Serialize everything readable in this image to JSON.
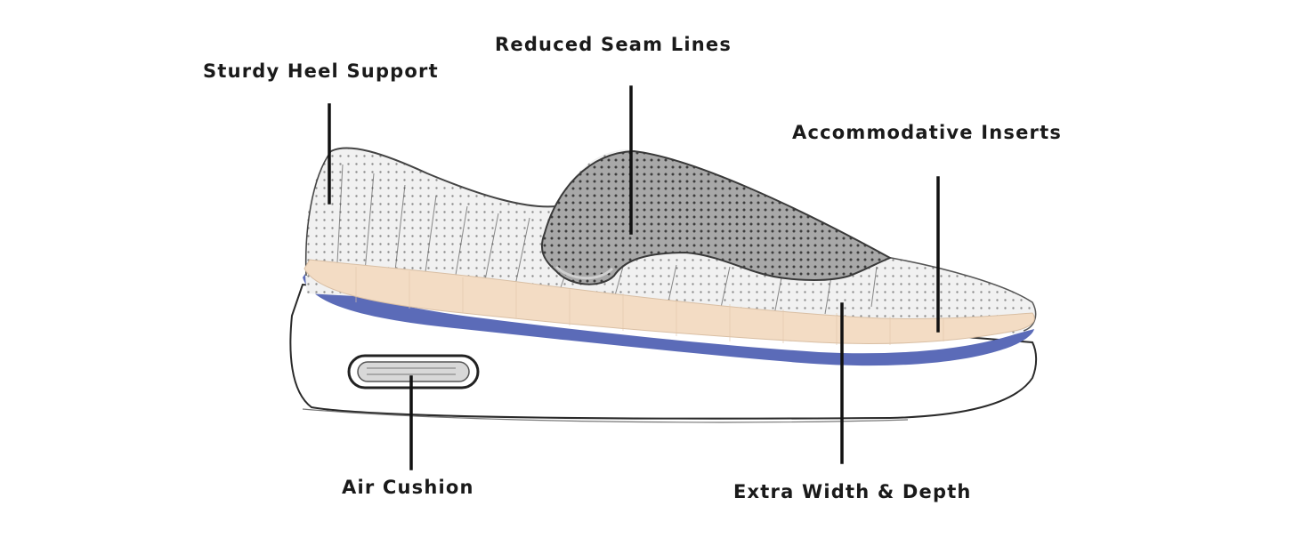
{
  "callouts": {
    "heel": "Sturdy Heel Support",
    "seam": "Reduced Seam Lines",
    "inserts": "Accommodative Inserts",
    "air": "Air Cushion",
    "width": "Extra Width & Depth"
  },
  "colors": {
    "insole": "#f3dcc4",
    "midsole_band": "#5b6bb8",
    "sole": "#ffffff",
    "mesh": "#eeeeee",
    "strap": "#9a9a9a",
    "ink": "#1a1a1a"
  }
}
